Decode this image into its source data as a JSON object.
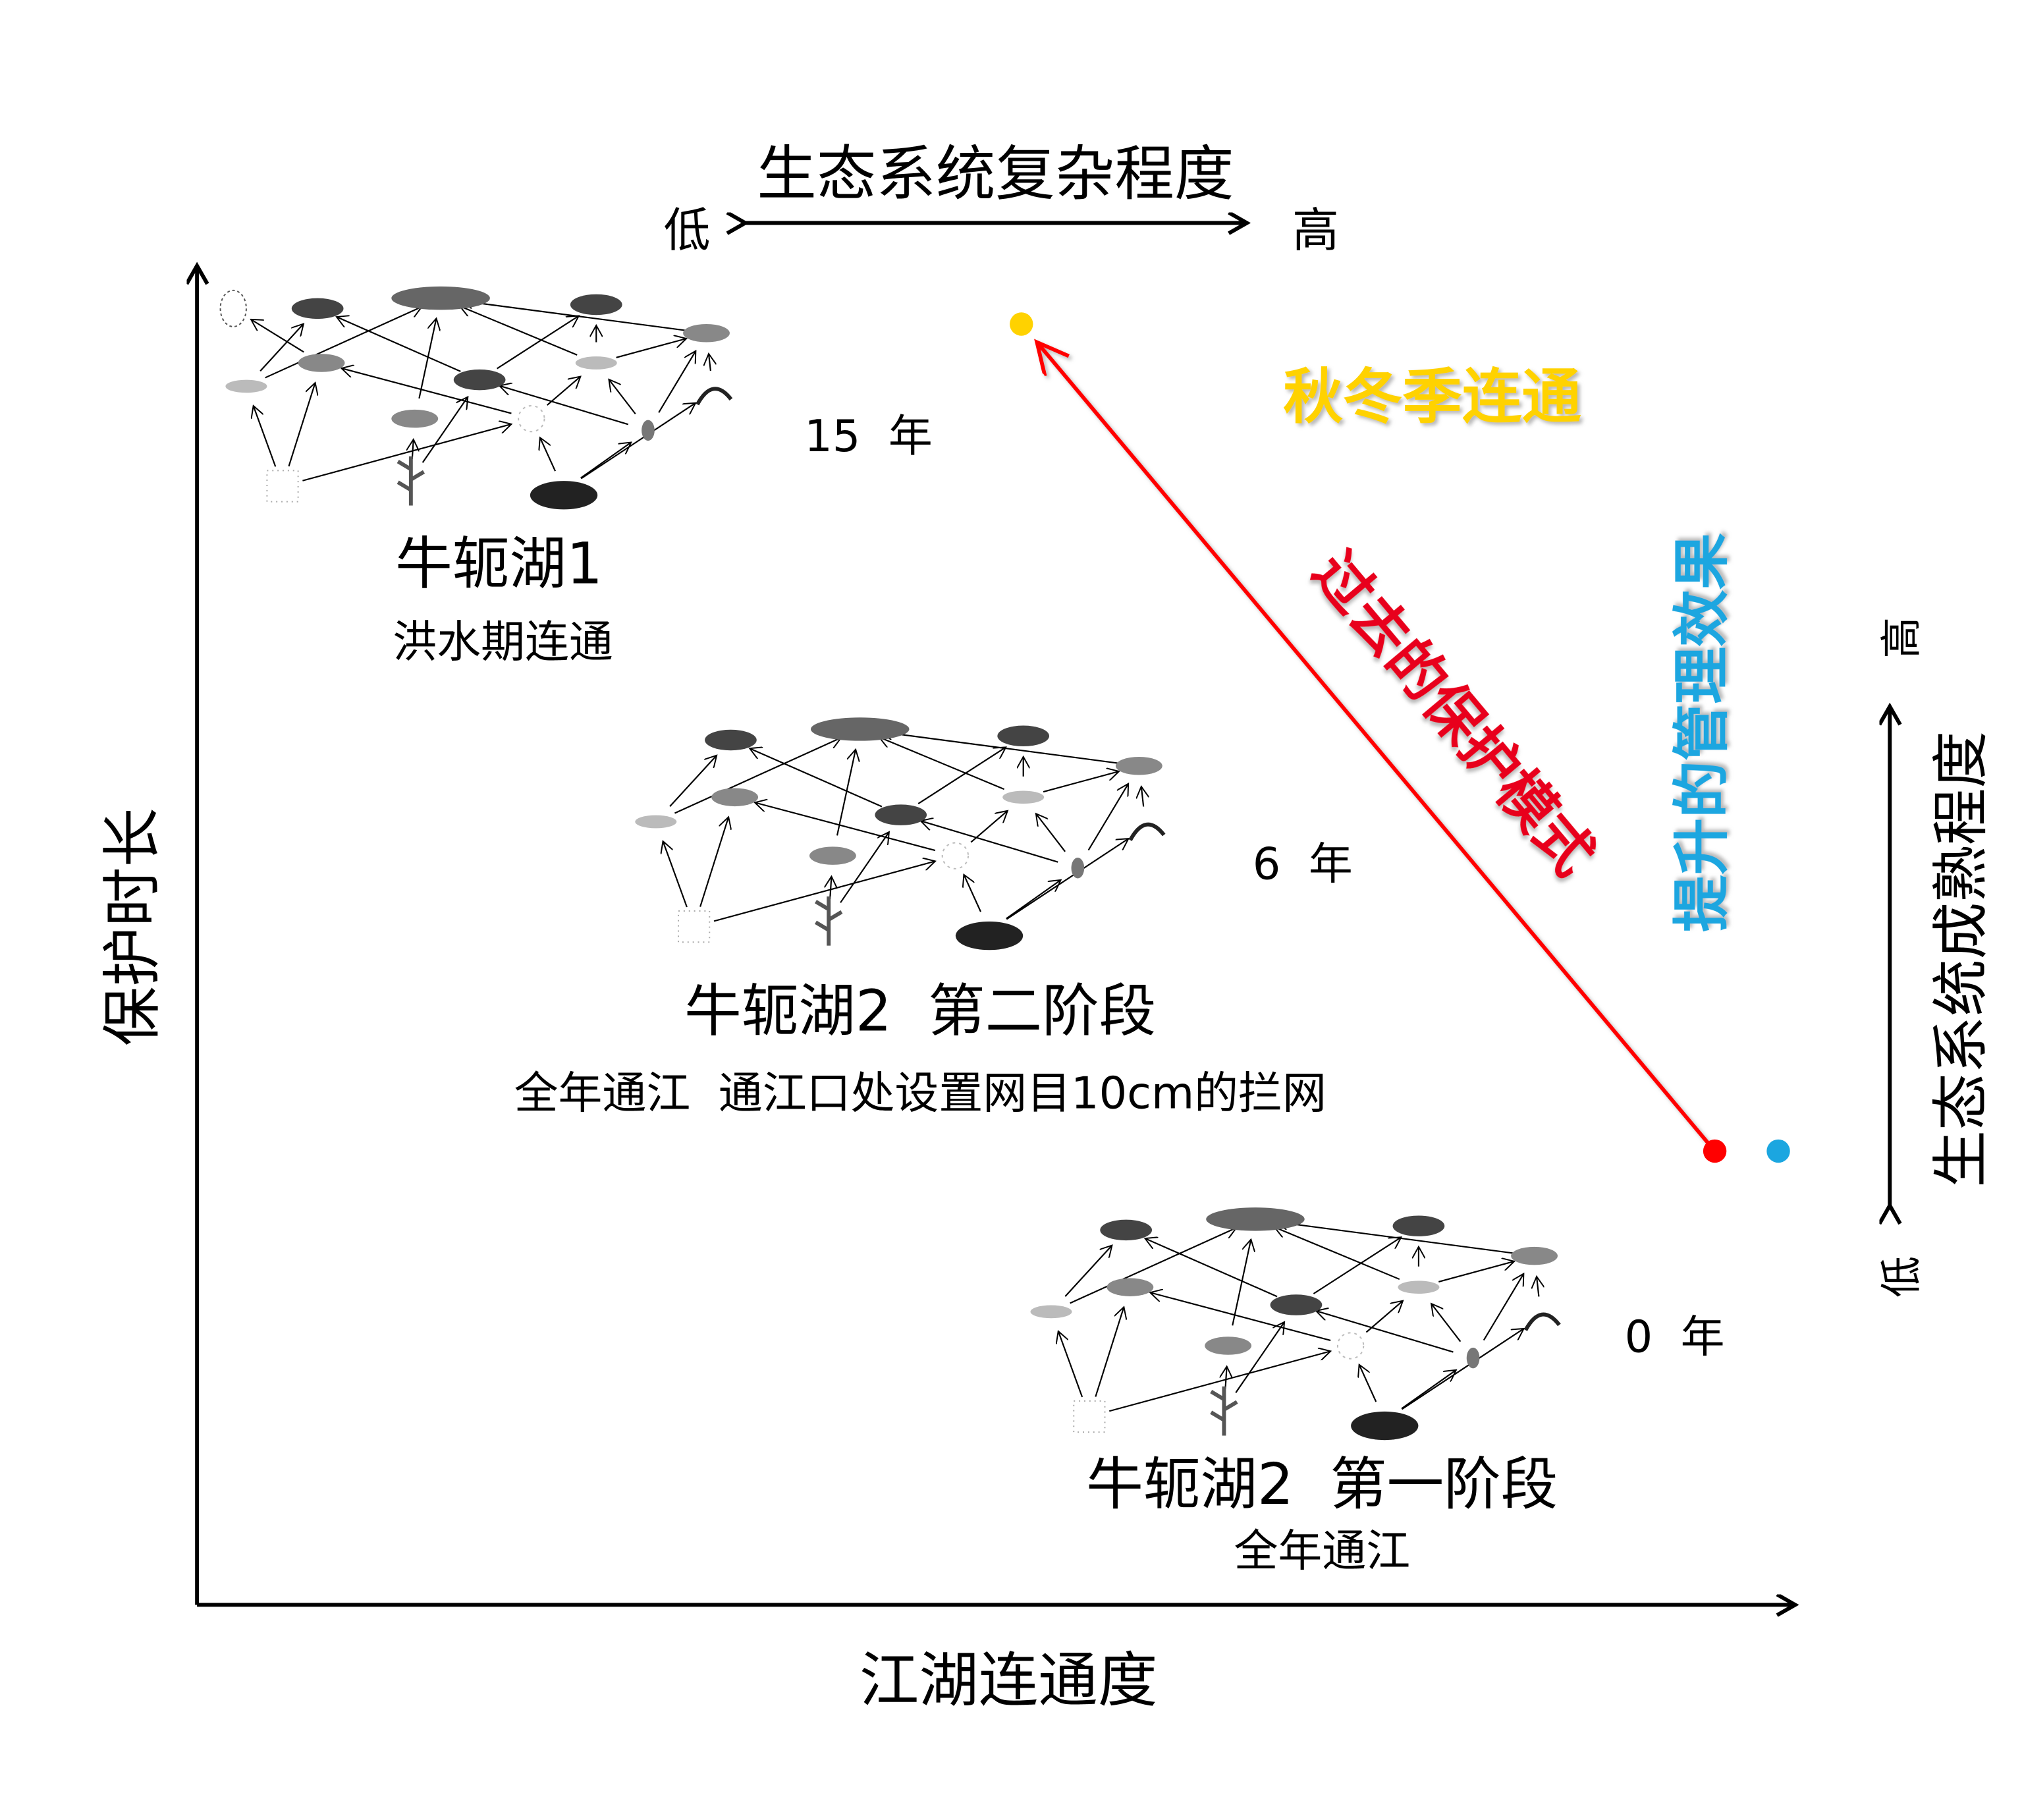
{
  "top_axis": {
    "title": "生态系统复杂程度",
    "low": "低",
    "high": "高"
  },
  "y_axis": {
    "title": "保护时长"
  },
  "x_axis": {
    "title": "江湖连通度"
  },
  "right_axis": {
    "title": "生态系统成熟程度",
    "low": "低",
    "high": "高"
  },
  "arrows": {
    "yellow": {
      "label": "秋冬季连通",
      "color": "#FFD200"
    },
    "red": {
      "label": "过去的保护模式",
      "color": "#FF0000"
    },
    "blue": {
      "label": "提升的管理效果",
      "color": "#1BA6E0"
    }
  },
  "stages": [
    {
      "name": "牛轭湖1",
      "desc": "洪水期连通",
      "years": "15  年"
    },
    {
      "name": "牛轭湖2  第二阶段",
      "desc": "全年通江  通江口处设置网目10cm的拦网",
      "years": "6  年"
    },
    {
      "name": "牛轭湖2  第一阶段",
      "desc": "全年通江",
      "years": "0  年"
    }
  ]
}
